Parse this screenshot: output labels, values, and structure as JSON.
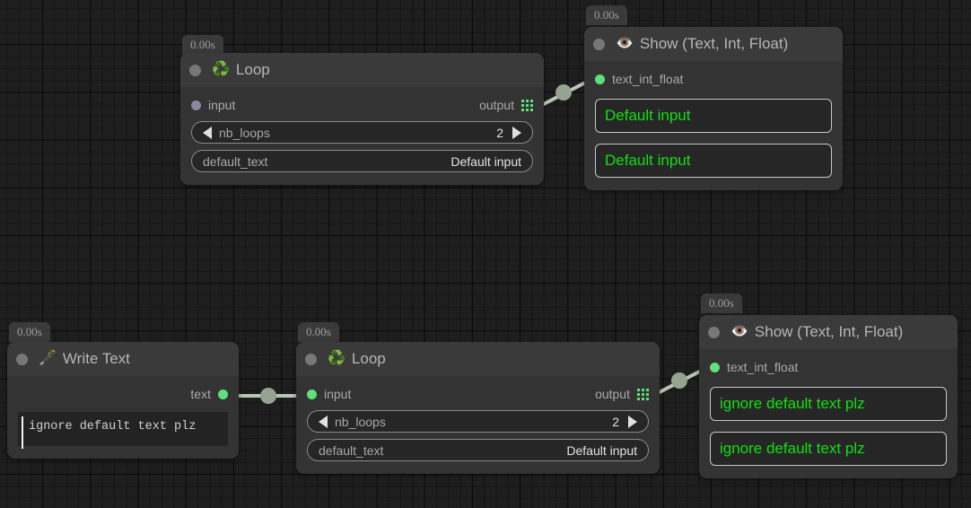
{
  "canvas": {
    "background_color": "#1e1e1e",
    "grid_line_color": "#000000",
    "accent_green": "#5ee07a",
    "output_text_green": "#11e011",
    "edge_color": "#b9c6b4"
  },
  "nodes": [
    {
      "id": "loop-1",
      "timestamp": "0.00s",
      "icon": "recycle-icon",
      "icon_glyph": "♻️",
      "title": "Loop",
      "input_label": "input",
      "input_connected": false,
      "output_label": "output",
      "output_icon": "grid-icon",
      "fields": [
        {
          "name": "nb_loops",
          "value": "2",
          "type": "stepper"
        },
        {
          "name": "default_text",
          "value": "Default input",
          "type": "text"
        }
      ]
    },
    {
      "id": "show-1",
      "timestamp": "0.00s",
      "icon": "eye-icon",
      "icon_glyph": "👁️",
      "title": "Show (Text, Int, Float)",
      "input_label": "text_int_float",
      "input_connected": true,
      "outputs": [
        "Default input",
        "Default input"
      ]
    },
    {
      "id": "write-text",
      "timestamp": "0.00s",
      "icon": "fountain-pen-icon",
      "icon_glyph": "🖋️",
      "title": "Write Text",
      "output_label": "text",
      "output_connected": true,
      "text_value": "ignore default text plz"
    },
    {
      "id": "loop-2",
      "timestamp": "0.00s",
      "icon": "recycle-icon",
      "icon_glyph": "♻️",
      "title": "Loop",
      "input_label": "input",
      "input_connected": true,
      "output_label": "output",
      "output_icon": "grid-icon",
      "fields": [
        {
          "name": "nb_loops",
          "value": "2",
          "type": "stepper"
        },
        {
          "name": "default_text",
          "value": "Default input",
          "type": "text"
        }
      ]
    },
    {
      "id": "show-2",
      "timestamp": "0.00s",
      "icon": "eye-icon",
      "icon_glyph": "👁️",
      "title": "Show (Text, Int, Float)",
      "input_label": "text_int_float",
      "input_connected": true,
      "outputs": [
        "ignore default text plz",
        "ignore default text plz"
      ]
    }
  ],
  "loop1": {
    "timestamp": "0.00s",
    "icon_glyph": "♻️",
    "title": "Loop",
    "input_label": "input",
    "output_label": "output",
    "field_nb_loops_name": "nb_loops",
    "field_nb_loops_value": "2",
    "field_default_text_name": "default_text",
    "field_default_text_value": "Default input"
  },
  "loop2": {
    "timestamp": "0.00s",
    "icon_glyph": "♻️",
    "title": "Loop",
    "input_label": "input",
    "output_label": "output",
    "field_nb_loops_name": "nb_loops",
    "field_nb_loops_value": "2",
    "field_default_text_name": "default_text",
    "field_default_text_value": "Default input"
  },
  "show1": {
    "timestamp": "0.00s",
    "icon_glyph": "👁️",
    "title": "Show (Text, Int, Float)",
    "input_label": "text_int_float",
    "output_1": "Default input",
    "output_2": "Default input"
  },
  "show2": {
    "timestamp": "0.00s",
    "icon_glyph": "👁️",
    "title": "Show (Text, Int, Float)",
    "input_label": "text_int_float",
    "output_1": "ignore default text plz",
    "output_2": "ignore default text plz"
  },
  "writetext": {
    "timestamp": "0.00s",
    "icon_glyph": "🖋️",
    "title": "Write Text",
    "output_label": "text",
    "text_value": "ignore default text plz"
  },
  "connections": [
    {
      "from": "loop-1.output",
      "to": "show-1.text_int_float"
    },
    {
      "from": "write-text.text",
      "to": "loop-2.input"
    },
    {
      "from": "loop-2.output",
      "to": "show-2.text_int_float"
    }
  ]
}
